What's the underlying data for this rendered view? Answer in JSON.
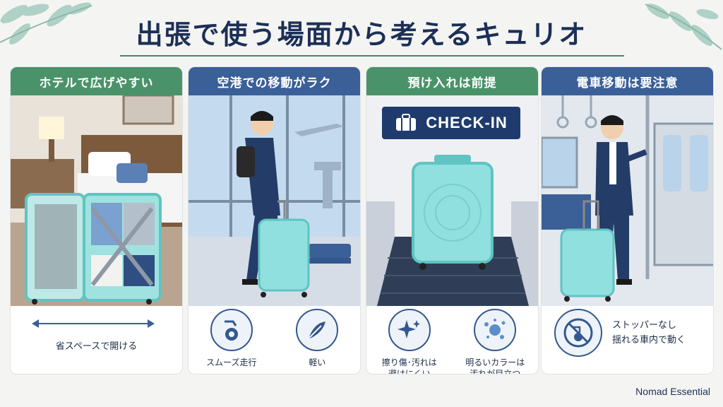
{
  "title": "出張で使う場面から考えるキュリオ",
  "brand": "Nomad Essential",
  "colors": {
    "title": "#1c2f57",
    "green_header": "#4a936a",
    "blue_header": "#3b5f97",
    "suitcase": "#8fe0df",
    "navy": "#1f3b6e"
  },
  "cards": [
    {
      "header": "ホテルで広げやすい",
      "note": "省スペースで開ける"
    },
    {
      "header": "空港での移動がラク",
      "features": [
        {
          "icon": "wheel-icon",
          "label": "スムーズ走行"
        },
        {
          "icon": "feather-icon",
          "label": "軽い"
        }
      ]
    },
    {
      "header": "預け入れは前提",
      "sign": "CHECK-IN",
      "features": [
        {
          "icon": "sparkle-icon",
          "label": "擦り傷･汚れは\n避けにくい"
        },
        {
          "icon": "splash-icon",
          "label": "明るいカラーは\n汚れが目立つ"
        }
      ]
    },
    {
      "header": "電車移動は要注意",
      "features": [
        {
          "icon": "no-stopper-icon",
          "label": "ストッパーなし\n揺れる車内で動く"
        }
      ]
    }
  ]
}
